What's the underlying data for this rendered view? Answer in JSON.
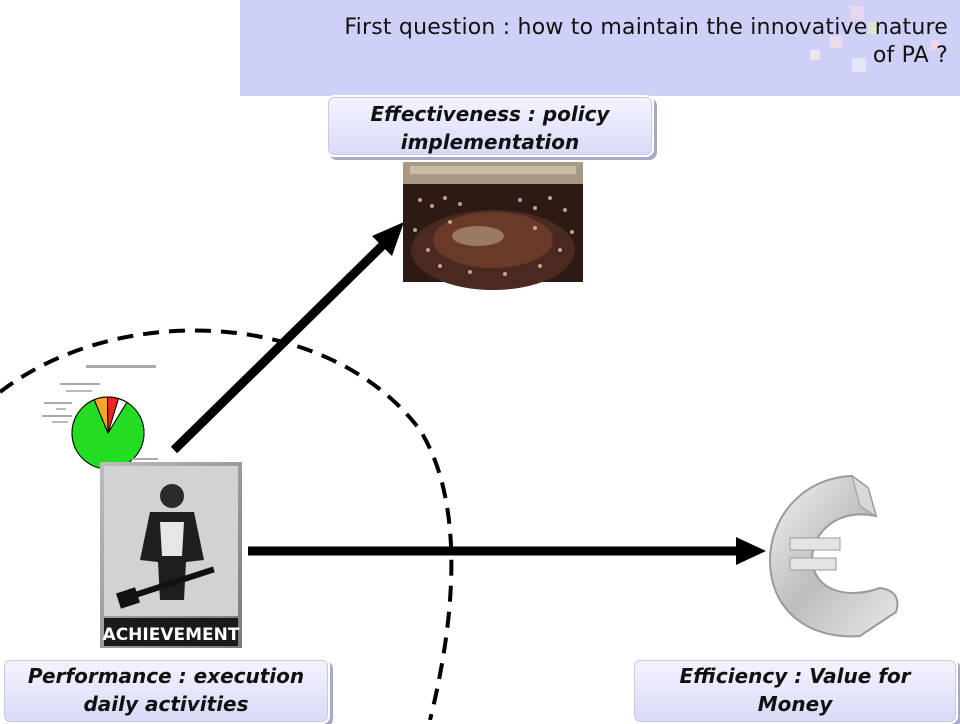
{
  "header": {
    "title_line1": "First question : how to maintain the innovative nature",
    "title_line2": "of PA ?"
  },
  "labels": {
    "effectiveness": {
      "line1": "Effectiveness : policy",
      "line2": "implementation"
    },
    "performance": {
      "line1": "Performance : execution",
      "line2": "daily activities"
    },
    "efficiency": {
      "line1": "Efficiency : Value for",
      "line2": "Money"
    }
  },
  "poster": {
    "caption": "ACHIEVEMENT"
  },
  "pie_slices": [
    {
      "value": 85,
      "color": "#22dd22"
    },
    {
      "value": 6,
      "color": "#f5a623"
    },
    {
      "value": 5,
      "color": "#ee2222"
    },
    {
      "value": 4,
      "color": "#ffffff"
    }
  ],
  "colors": {
    "title_bg": "#cfd0f7",
    "arrow": "#000000"
  }
}
